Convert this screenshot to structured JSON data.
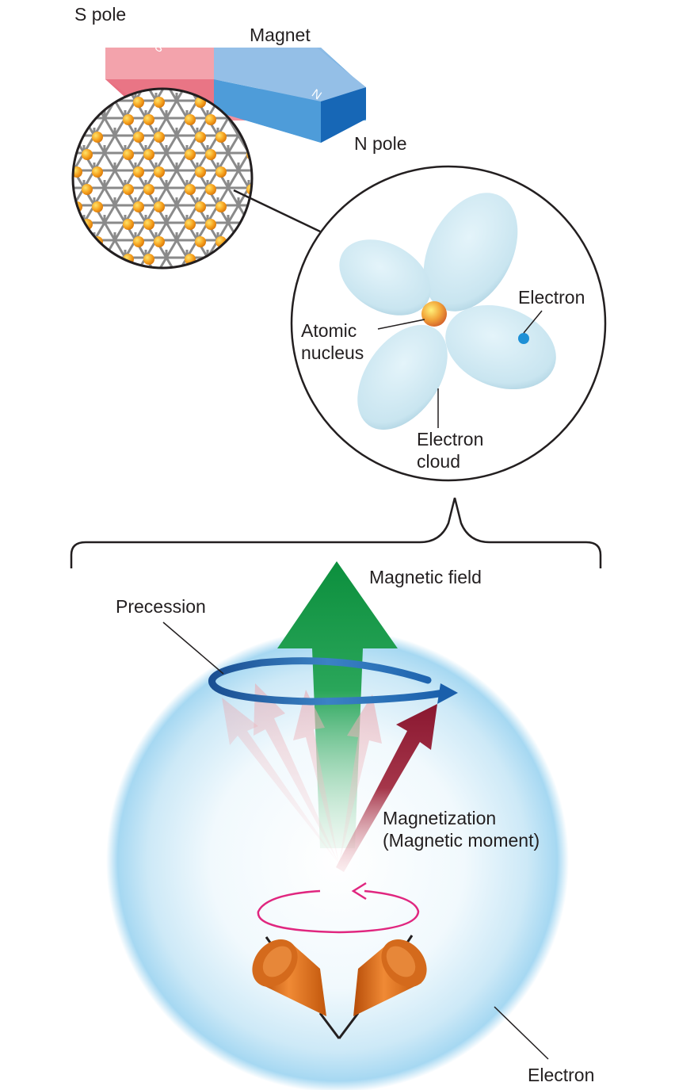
{
  "labels": {
    "s_pole": "S pole",
    "magnet": "Magnet",
    "n_pole": "N pole",
    "magnet_s_letter": "S",
    "magnet_n_letter": "N",
    "electron_top": "Electron",
    "atomic_nucleus_line1": "Atomic",
    "atomic_nucleus_line2": "nucleus",
    "electron_cloud_line1": "Electron",
    "electron_cloud_line2": "cloud",
    "magnetic_field": "Magnetic field",
    "precession": "Precession",
    "magnetization_line1": "Magnetization",
    "magnetization_line2": "(Magnetic moment)",
    "electron_bottom": "Electron"
  },
  "colors": {
    "s_pole": "#ef8a96",
    "n_pole": "#4f9fdc",
    "atom": "#f39a1e",
    "lattice": "#8a8a8a",
    "cloud": "#cfe8f2",
    "nucleus": "#f0a33a",
    "electron_dot": "#1e90d6",
    "field_arrow": "#0e9a45",
    "precession_ring": "#1d5fa8",
    "magnetization": "#8f1d35",
    "spin_ring": "#e0267f",
    "spin_top": "#d8640f",
    "sphere": "#9fd6f2"
  }
}
